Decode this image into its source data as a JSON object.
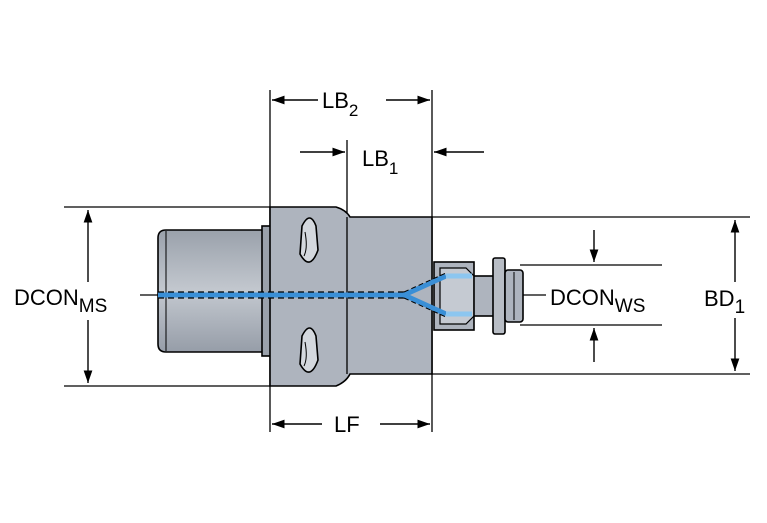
{
  "colors": {
    "body_fill": "#aeb4be",
    "body_fill_light": "#c5cad2",
    "body_shade": "#8a919c",
    "outline": "#000000",
    "coolant": "#3a8fd6",
    "coolant_light": "#8cc6f0"
  },
  "labels": {
    "lb2": {
      "main": "LB",
      "sub": "2"
    },
    "lb1": {
      "main": "LB",
      "sub": "1"
    },
    "dcon_ms": {
      "main": "DCON",
      "sub": "MS"
    },
    "dcon_ws": {
      "main": "DCON",
      "sub": "WS"
    },
    "bd1": {
      "main": "BD",
      "sub": "1"
    },
    "lf": {
      "main": "LF"
    }
  }
}
